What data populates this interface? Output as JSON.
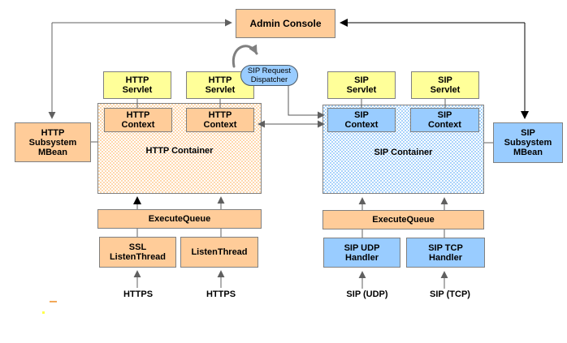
{
  "nodes": {
    "admin_console": "Admin Console",
    "http_subsystem_mbean": "HTTP\nSubsystem\nMBean",
    "sip_subsystem_mbean": "SIP\nSubsystem\nMBean",
    "http_servlet_1": "HTTP\nServlet",
    "http_servlet_2": "HTTP\nServlet",
    "sip_servlet_1": "SIP\nServlet",
    "sip_servlet_2": "SIP\nServlet",
    "http_context_1": "HTTP\nContext",
    "http_context_2": "HTTP\nContext",
    "sip_context_1": "SIP\nContext",
    "sip_context_2": "SIP\nContext",
    "http_container": "HTTP Container",
    "sip_container": "SIP Container",
    "sip_request_dispatcher": "SIP Request\nDispatcher",
    "execute_queue_http": "ExecuteQueue",
    "execute_queue_sip": "ExecuteQueue",
    "ssl_listen_thread": "SSL\nListenThread",
    "listen_thread": "ListenThread",
    "sip_udp_handler": "SIP UDP\nHandler",
    "sip_tcp_handler": "SIP TCP\nHandler"
  },
  "protocol_labels": {
    "https_1": "HTTPS",
    "https_2": "HTTPS",
    "sip_udp": "SIP (UDP)",
    "sip_tcp": "SIP (TCP)"
  },
  "colors": {
    "box_orange": "#FFCC99",
    "box_yellow": "#FFFF99",
    "box_blue": "#99CCFF",
    "border_gray": "#808080",
    "wire_gray": "#606060",
    "wire_black": "#000000",
    "curve_gray": "#808080"
  }
}
